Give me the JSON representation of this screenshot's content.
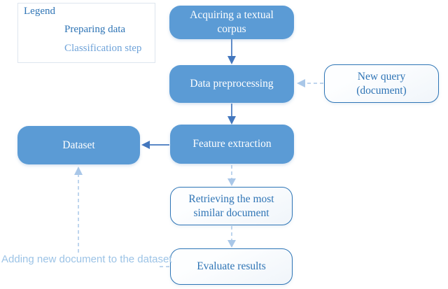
{
  "colors": {
    "node_fill": "#5B9BD5",
    "node_text": "#FFFFFF",
    "outline_node_border": "#2E75B6",
    "outline_node_text": "#2E74B5",
    "solid_arrow": "#4377BE",
    "dashed_arrow": "#A9C7E8",
    "legend_border": "#DDE5EE",
    "legend_title_color": "#2E74B5",
    "legend_solid_label": "#2E74B5",
    "legend_dashed_label": "#6FA3D9",
    "label_color": "#9CC3E6"
  },
  "legend": {
    "title": "Legend",
    "items": [
      {
        "label": "Preparing data",
        "style": "solid-arrow"
      },
      {
        "label": "Classification step",
        "style": "dashed-arrow"
      }
    ]
  },
  "nodes": {
    "acquiring": {
      "label": "Acquiring a textual corpus",
      "type": "filled"
    },
    "preprocessing": {
      "label": "Data preprocessing",
      "type": "filled"
    },
    "new_query": {
      "label": "New query (document)",
      "type": "outline"
    },
    "dataset": {
      "label": "Dataset",
      "type": "filled"
    },
    "feature": {
      "label": "Feature extraction",
      "type": "filled"
    },
    "retrieving": {
      "label": "Retrieving the most similar document",
      "type": "outline"
    },
    "evaluate": {
      "label": "Evaluate results",
      "type": "outline"
    }
  },
  "annotation": {
    "text": "Adding new document to the dataset"
  },
  "edges": [
    {
      "from": "Acquiring a textual corpus",
      "to": "Data preprocessing",
      "style": "solid"
    },
    {
      "from": "Data preprocessing",
      "to": "Feature extraction",
      "style": "solid"
    },
    {
      "from": "Feature extraction",
      "to": "Dataset",
      "style": "solid"
    },
    {
      "from": "New query (document)",
      "to": "Data preprocessing",
      "style": "dashed"
    },
    {
      "from": "Feature extraction",
      "to": "Retrieving the most similar document",
      "style": "dashed"
    },
    {
      "from": "Retrieving the most similar document",
      "to": "Evaluate results",
      "style": "dashed"
    },
    {
      "from": "Evaluate results",
      "to": "Dataset",
      "style": "dashed",
      "label": "Adding new document to the dataset"
    }
  ]
}
